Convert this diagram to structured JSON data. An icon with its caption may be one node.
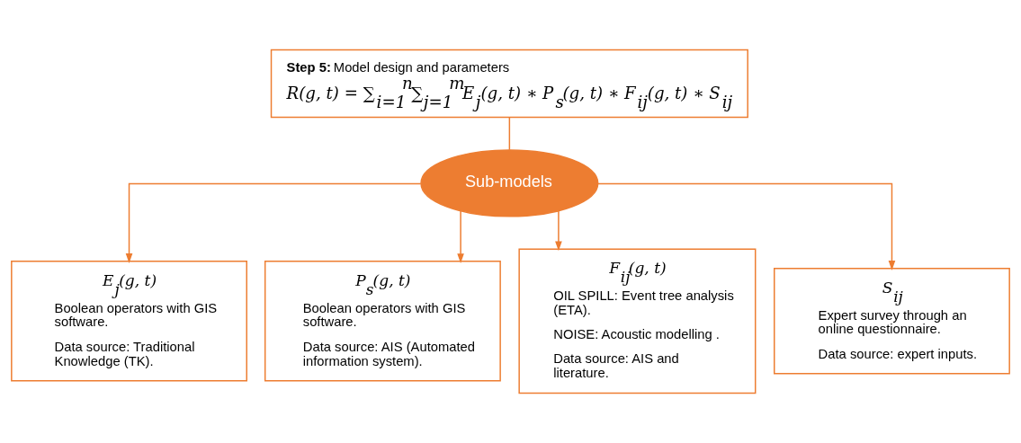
{
  "diagram": {
    "nodes": [
      {
        "text": [
          "**Step 5:** Model design and parameters",
          "R(g, t) = ∑$_{i=1}$$^{n}$∑$_{j=1}$$^{m}$E$_{j}$(g, t) ∗ P$_{s}$(g, t) ∗ F$_{ij}$(g, t) ∗ S$_{ij}$"
        ]
      },
      {
        "text": [
          "Sub-models"
        ]
      },
      {
        "text": [
          "E$_{j}$(g, t)",
          "Boolean operators with GIS software.",
          "Data source: Traditional Knowledge (TK)."
        ]
      },
      {
        "text": [
          "P$_{s}$(g, t)",
          "Boolean operators with GIS software.",
          "Data source: AIS (Automated information system)."
        ]
      },
      {
        "text": [
          "F$_{ij}$(g, t)",
          "OIL SPILL: Event tree analysis (ETA).",
          "NOISE: Acoustic modelling .",
          "Data source: AIS and literature."
        ]
      },
      {
        "text": [
          "S$_{ij}$",
          "Expert survey through an online questionnaire.",
          "Data source: expert inputs."
        ]
      }
    ],
    "edges": [
      {
        "from": 0,
        "to": 1,
        "arrow": "none"
      },
      {
        "from": 1,
        "to": 2,
        "arrow": "to"
      },
      {
        "from": 1,
        "to": 3,
        "arrow": "to"
      },
      {
        "from": 1,
        "to": 4,
        "arrow": "to"
      },
      {
        "from": 1,
        "to": 5,
        "arrow": "to"
      }
    ]
  }
}
